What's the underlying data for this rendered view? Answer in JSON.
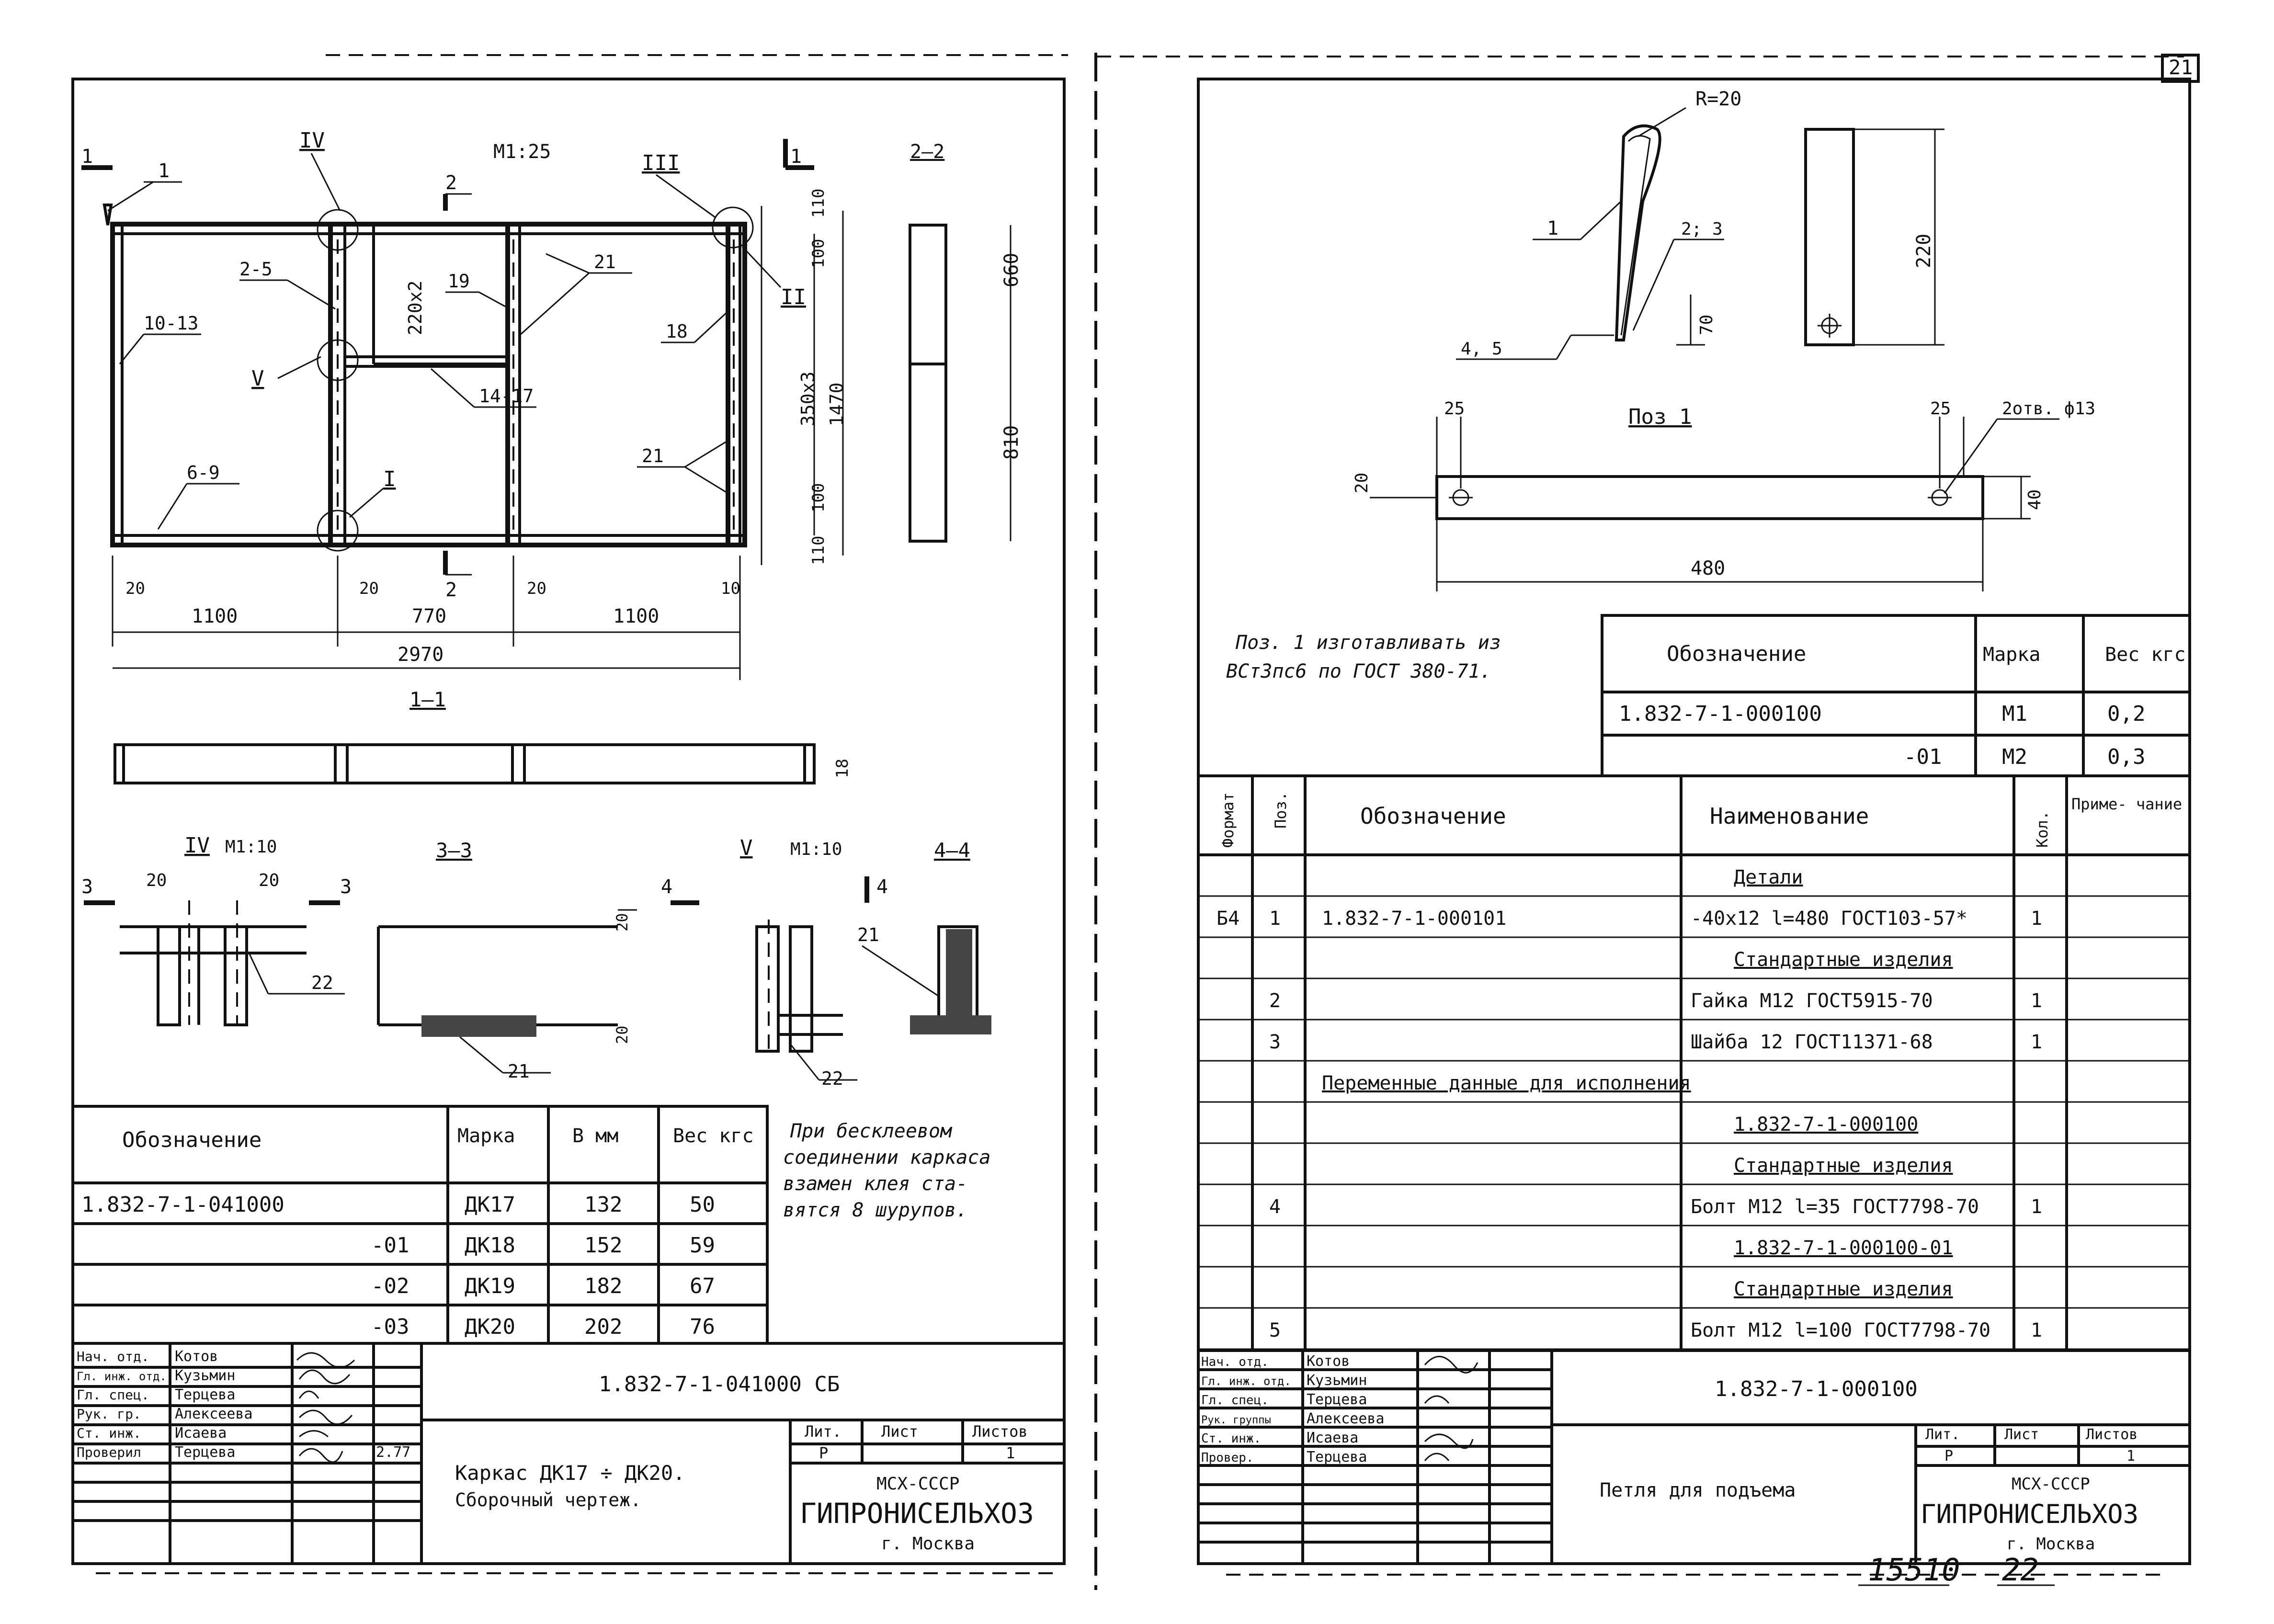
{
  "page_number": "21",
  "bottom_number_left": "15510",
  "bottom_number_right": "22",
  "left": {
    "scale_main": "M1:25",
    "section_marks": [
      "1",
      "1",
      "2",
      "2",
      "2–2",
      "1–1",
      "3–3",
      "4–4",
      "3",
      "3",
      "4",
      "4"
    ],
    "roman_marks": [
      "IV",
      "III",
      "II",
      "V",
      "I"
    ],
    "scale_iv": "M1:10",
    "scale_v": "M1:10",
    "callouts": {
      "c1": "1",
      "c2_5": "2-5",
      "c10_13": "10-13",
      "c6_9": "6-9",
      "c14_17": "14-17",
      "c18": "18",
      "c19": "19",
      "c21a": "21",
      "c21b": "21",
      "c21c": "21",
      "c21d": "21",
      "c22a": "22",
      "c22b": "22"
    },
    "dims": {
      "d110a": "110",
      "d100a": "100",
      "d350x3": "350x3",
      "d1470": "1470",
      "d100b": "100",
      "d110b": "110",
      "d220x2": "220x2",
      "d660": "660",
      "d810": "810",
      "d20a": "20",
      "d20b": "20",
      "d20c": "20",
      "d10": "10",
      "d1100a": "1100",
      "d770": "770",
      "d1100b": "1100",
      "d2970": "2970",
      "d18": "18",
      "d20d": "20",
      "d20e": "20",
      "d20f": "20",
      "d20g": "20"
    },
    "note": [
      "При бесклеевом",
      "соединении каркаса",
      "взамен клея ста-",
      "вятся 8 шурупов."
    ],
    "table": {
      "headers": [
        "Обозначение",
        "Марка",
        "В мм",
        "Вес кгс"
      ],
      "rows": [
        [
          "1.832-7-1-041000",
          "ДК17",
          "132",
          "50"
        ],
        [
          "-01",
          "ДК18",
          "152",
          "59"
        ],
        [
          "-02",
          "ДК19",
          "182",
          "67"
        ],
        [
          "-03",
          "ДК20",
          "202",
          "76"
        ]
      ]
    },
    "title_block": {
      "roles": [
        "Нач. отд.",
        "Гл. инж. отд.",
        "Гл. спец.",
        "Рук. гр.",
        "Ст. инж.",
        "Проверил"
      ],
      "names": [
        "Котов",
        "Кузьмин",
        "Терцева",
        "Алексеева",
        "Исаева",
        "Терцева"
      ],
      "date": "2.77",
      "code": "1.832-7-1-041000 СБ",
      "title": [
        "Каркас ДК17 ÷ ДК20.",
        "Сборочный чертеж."
      ],
      "col_headers": [
        "Лит.",
        "Лист",
        "Листов"
      ],
      "lit": "Р",
      "sheets": "1",
      "org": "МСХ-СССР",
      "org_name": "ГИПРОНИСЕЛЬХОЗ",
      "city": "г. Москва"
    }
  },
  "right": {
    "callouts": {
      "r20": "R=20",
      "c1": "1",
      "c2_3": "2; 3",
      "c4_5": "4, 5",
      "d70": "70",
      "d220": "220"
    },
    "pos1_title": "Поз 1",
    "pos1_dims": {
      "d25a": "25",
      "d25b": "25",
      "holes": "2отв. ф13",
      "d20": "20",
      "d40": "40",
      "d480": "480"
    },
    "note": [
      "Поз. 1 изготавливать из",
      "ВСт3пс6 по ГОСТ 380-71."
    ],
    "mark_table": {
      "headers": [
        "Обозначение",
        "Марка",
        "Вес кгс"
      ],
      "rows": [
        [
          "1.832-7-1-000100",
          "М1",
          "0,2"
        ],
        [
          "-01",
          "М2",
          "0,3"
        ]
      ]
    },
    "spec": {
      "headers": [
        "Формат",
        "Поз.",
        "Обозначение",
        "Наименование",
        "Кол.",
        "Приме- чание"
      ],
      "rows": [
        [
          "",
          "",
          "",
          "Детали",
          "",
          ""
        ],
        [
          "Б4",
          "1",
          "1.832-7-1-000101",
          "-40x12 l=480 ГОСТ103-57*",
          "1",
          ""
        ],
        [
          "",
          "",
          "",
          "Стандартные изделия",
          "",
          ""
        ],
        [
          "",
          "2",
          "",
          "Гайка М12 ГОСТ5915-70",
          "1",
          ""
        ],
        [
          "",
          "3",
          "",
          "Шайба 12 ГОСТ11371-68",
          "1",
          ""
        ],
        [
          "",
          "",
          "Переменные данные для исполнения",
          "",
          "",
          ""
        ],
        [
          "",
          "",
          "",
          "1.832-7-1-000100",
          "",
          ""
        ],
        [
          "",
          "",
          "",
          "Стандартные изделия",
          "",
          ""
        ],
        [
          "",
          "4",
          "",
          "Болт М12 l=35 ГОСТ7798-70",
          "1",
          ""
        ],
        [
          "",
          "",
          "",
          "1.832-7-1-000100-01",
          "",
          ""
        ],
        [
          "",
          "",
          "",
          "Стандартные изделия",
          "",
          ""
        ],
        [
          "",
          "5",
          "",
          "Болт М12 l=100 ГОСТ7798-70",
          "1",
          ""
        ]
      ]
    },
    "title_block": {
      "roles": [
        "Нач. отд.",
        "Гл. инж. отд.",
        "Гл. спец.",
        "Рук. группы",
        "Ст. инж.",
        "Провер."
      ],
      "names": [
        "Котов",
        "Кузьмин",
        "Терцева",
        "Алексеева",
        "Исаева",
        "Терцева"
      ],
      "code": "1.832-7-1-000100",
      "title": "Петля для подъема",
      "col_headers": [
        "Лит.",
        "Лист",
        "Листов"
      ],
      "lit": "Р",
      "sheets": "1",
      "org": "МСХ-СССР",
      "org_name": "ГИПРОНИСЕЛЬХОЗ",
      "city": "г. Москва"
    }
  }
}
